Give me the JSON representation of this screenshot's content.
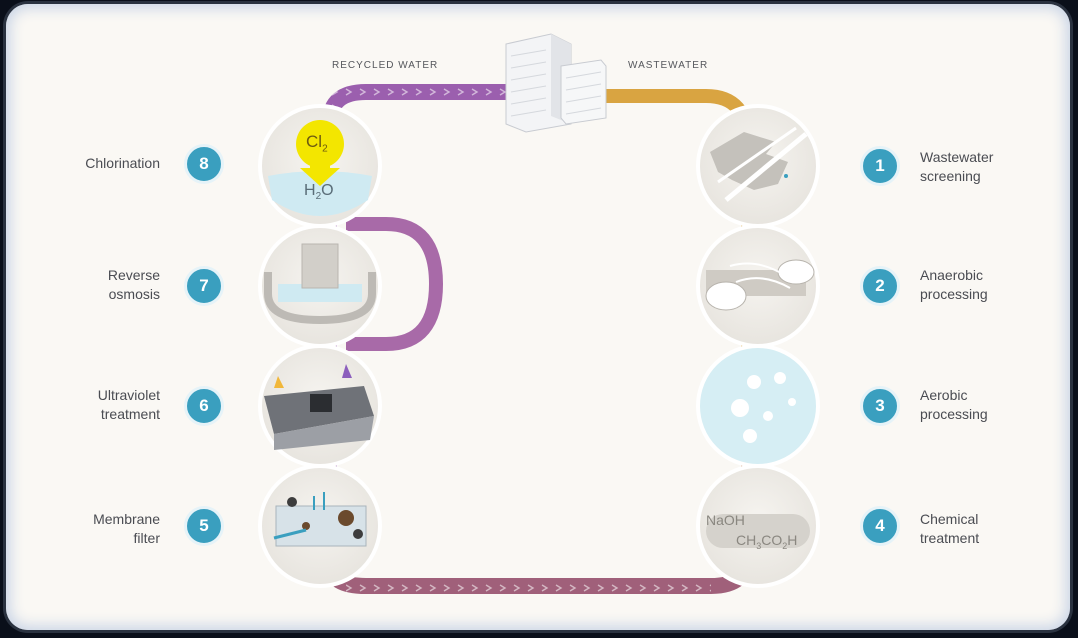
{
  "flow_labels": {
    "recycled": "RECYCLED WATER",
    "waste": "WASTEWATER"
  },
  "steps": [
    {
      "number": "1",
      "label_line1": "Wastewater",
      "label_line2": "screening"
    },
    {
      "number": "2",
      "label_line1": "Anaerobic",
      "label_line2": "processing"
    },
    {
      "number": "3",
      "label_line1": "Aerobic",
      "label_line2": "processing"
    },
    {
      "number": "4",
      "label_line1": "Chemical",
      "label_line2": "treatment"
    },
    {
      "number": "5",
      "label_line1": "Membrane",
      "label_line2": "filter"
    },
    {
      "number": "6",
      "label_line1": "Ultraviolet",
      "label_line2": "treatment"
    },
    {
      "number": "7",
      "label_line1": "Reverse",
      "label_line2": "osmosis"
    },
    {
      "number": "8",
      "label_line1": "Chlorination",
      "label_line2": ""
    }
  ],
  "chemicals": {
    "chlorine": "Cl",
    "chlorine_sub": "2",
    "water": "H",
    "water_sub": "2",
    "water_tail": "O",
    "naoh": "NaOH",
    "acetic_a": "CH",
    "acetic_sub1": "3",
    "acetic_b": "CO",
    "acetic_sub2": "2",
    "acetic_c": "H"
  },
  "colors": {
    "recycled_pipe": "#9b5fae",
    "waste_pipe": "#d9a441",
    "return_pipe": "#a0607a",
    "badge": "#3a9fbf",
    "circle_fill": "#f1efeb"
  }
}
